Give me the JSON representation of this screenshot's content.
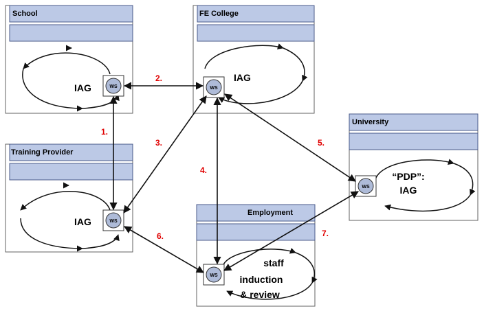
{
  "colors": {
    "header_fill": "#bcc9e6",
    "header_border": "#4a5a8a",
    "box_border": "#606060",
    "ws_fill": "#aebbd8",
    "number_color": "#e00000",
    "arrow_color": "#111111"
  },
  "boxes": {
    "school": {
      "title": "School",
      "label": "IAG",
      "ws": "WS"
    },
    "fe_college": {
      "title": "FE College",
      "label": "IAG",
      "ws": "WS"
    },
    "training_provider": {
      "title": "Training Provider",
      "label": "IAG",
      "ws": "WS"
    },
    "university": {
      "title": "University",
      "label_line1": "“PDP”:",
      "label_line2": "IAG",
      "ws": "WS"
    },
    "employment": {
      "title": "Employment",
      "label_line1": "staff",
      "label_line2": "induction",
      "label_line3": "& review",
      "ws": "WS"
    }
  },
  "links": [
    "1.",
    "2.",
    "3.",
    "4.",
    "5.",
    "6.",
    "7."
  ]
}
